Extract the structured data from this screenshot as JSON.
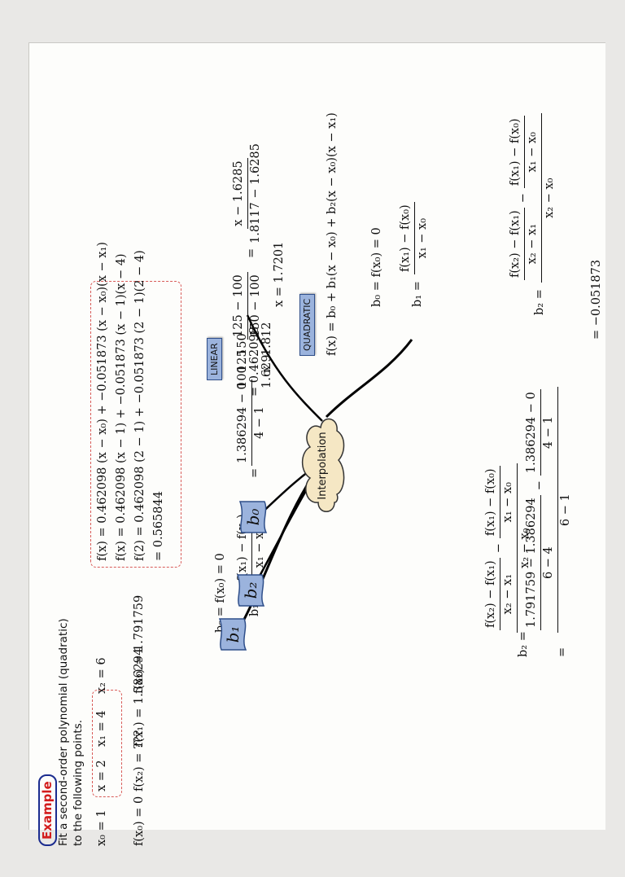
{
  "example": {
    "badge": "Example",
    "prompt_line1": "Fit a second-order polynomial (quadratic)",
    "prompt_line2": "to the following points.",
    "points": [
      {
        "x": "x₀ = 1",
        "f": "f(x₀) = 0"
      },
      {
        "x": "x = 2",
        "f": "f(x₂) = ???"
      },
      {
        "x": "x₁ = 4",
        "f": "f(x₁) = 1.386294"
      },
      {
        "x": "x₂ = 6",
        "f": "f(x₂) = 1.791759"
      }
    ]
  },
  "b0_value": "b₀ = f(x₀) = 0",
  "b1_calc": {
    "lhs": "b₁ =",
    "num": "f(x₁) − f(x₀)",
    "den": "x₁ − x₀",
    "eq": "=",
    "num2": "1.386294 − 0",
    "den2": "4 − 1",
    "result": "= 0.462098"
  },
  "b2_calc": {
    "lhs": "b₂ =",
    "inner1_num": "f(x₂) − f(x₁)",
    "inner1_den": "x₂ − x₁",
    "minus": "−",
    "inner2_num": "f(x₁) − f(x₀)",
    "inner2_den": "x₁ − x₀",
    "den": "x₂ − x₀",
    "eq": "=",
    "n1": "1.791759 − 1.386294",
    "d1": "6 − 4",
    "n2": "1.386294 − 0",
    "d2": "4 − 1",
    "den2": "6 − 1",
    "result": "= −0.051873"
  },
  "nodes": {
    "center": "Interpolation",
    "b0": "b₀",
    "b1": "b₁",
    "b2": "b₂",
    "linear": "LINEAR",
    "quadratic": "QUADRATIC"
  },
  "evaluation": {
    "line1": "f(x) = 0.462098 (x − x₀) + −0.051873 (x − x₀)(x − x₁)",
    "line2": "f(x) = 0.462098 (x − 1) + −0.051873 (x − 1)(x − 4)",
    "line3": "f(2) = 0.462098 (2 − 1) + −0.051873 (2 − 1)(2 − 4)",
    "line4": "= 0.565844"
  },
  "linear": {
    "table": [
      [
        "100",
        "1.629"
      ],
      [
        "125",
        "x"
      ],
      [
        "150",
        "1.812"
      ]
    ],
    "lhs_num": "125 − 100",
    "lhs_den": "150 − 100",
    "eq": "=",
    "rhs_num": "x − 1.6285",
    "rhs_den": "1.8117 − 1.6285",
    "result": "x = 1.7201"
  },
  "quadratic": {
    "formula": "f(x) = b₀ + b₁(x − x₀) + b₂(x − x₀)(x − x₁)",
    "b0": "b₀ = f(x₀) = 0",
    "b1_lhs": "b₁ =",
    "b1_num": "f(x₁) − f(x₀)",
    "b1_den": "x₁ − x₀",
    "b2_lhs": "b₂ =",
    "b2_n1": "f(x₂) − f(x₁)",
    "b2_d1": "x₂ − x₁",
    "b2_minus": "−",
    "b2_n2": "f(x₁) − f(x₀)",
    "b2_d2": "x₁ − x₀",
    "b2_den": "x₂ − x₀"
  }
}
